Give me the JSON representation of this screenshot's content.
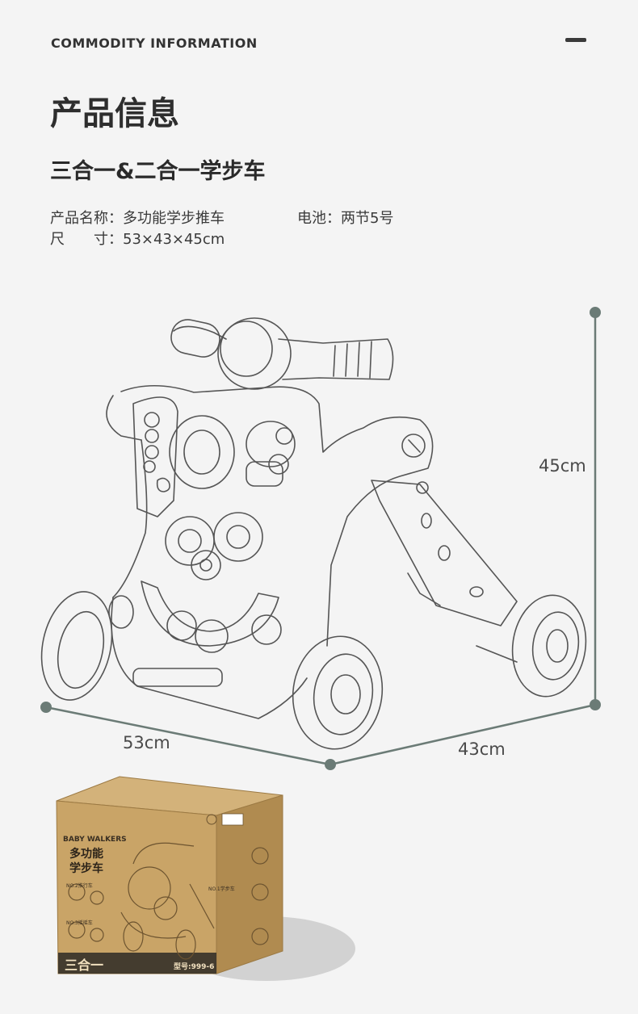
{
  "header": {
    "section_en": "COMMODITY INFORMATION",
    "title": "产品信息",
    "subtitle": "三合一&二合一学步车"
  },
  "specs": {
    "name_label": "产品名称：",
    "name_value": "多功能学步推车",
    "battery_label": "电池：",
    "battery_value": "两节5号",
    "size_label": "尺　　寸：",
    "size_value": "53×43×45cm"
  },
  "dimensions": {
    "height": "45cm",
    "width": "53cm",
    "depth": "43cm"
  },
  "box": {
    "brand_en": "BABY WALKERS",
    "name_line1": "多功能",
    "name_line2": "学步车",
    "side_label": "三合一",
    "model": "型号:999-6",
    "mode1": "NO.1学步车",
    "mode2": "NO.2推行车",
    "mode3": "NO.3摇摇车"
  },
  "colors": {
    "accent_line": "#6b7b76",
    "box_front": "#c9a467",
    "box_side": "#b08b50",
    "box_top": "#d3b27a"
  }
}
